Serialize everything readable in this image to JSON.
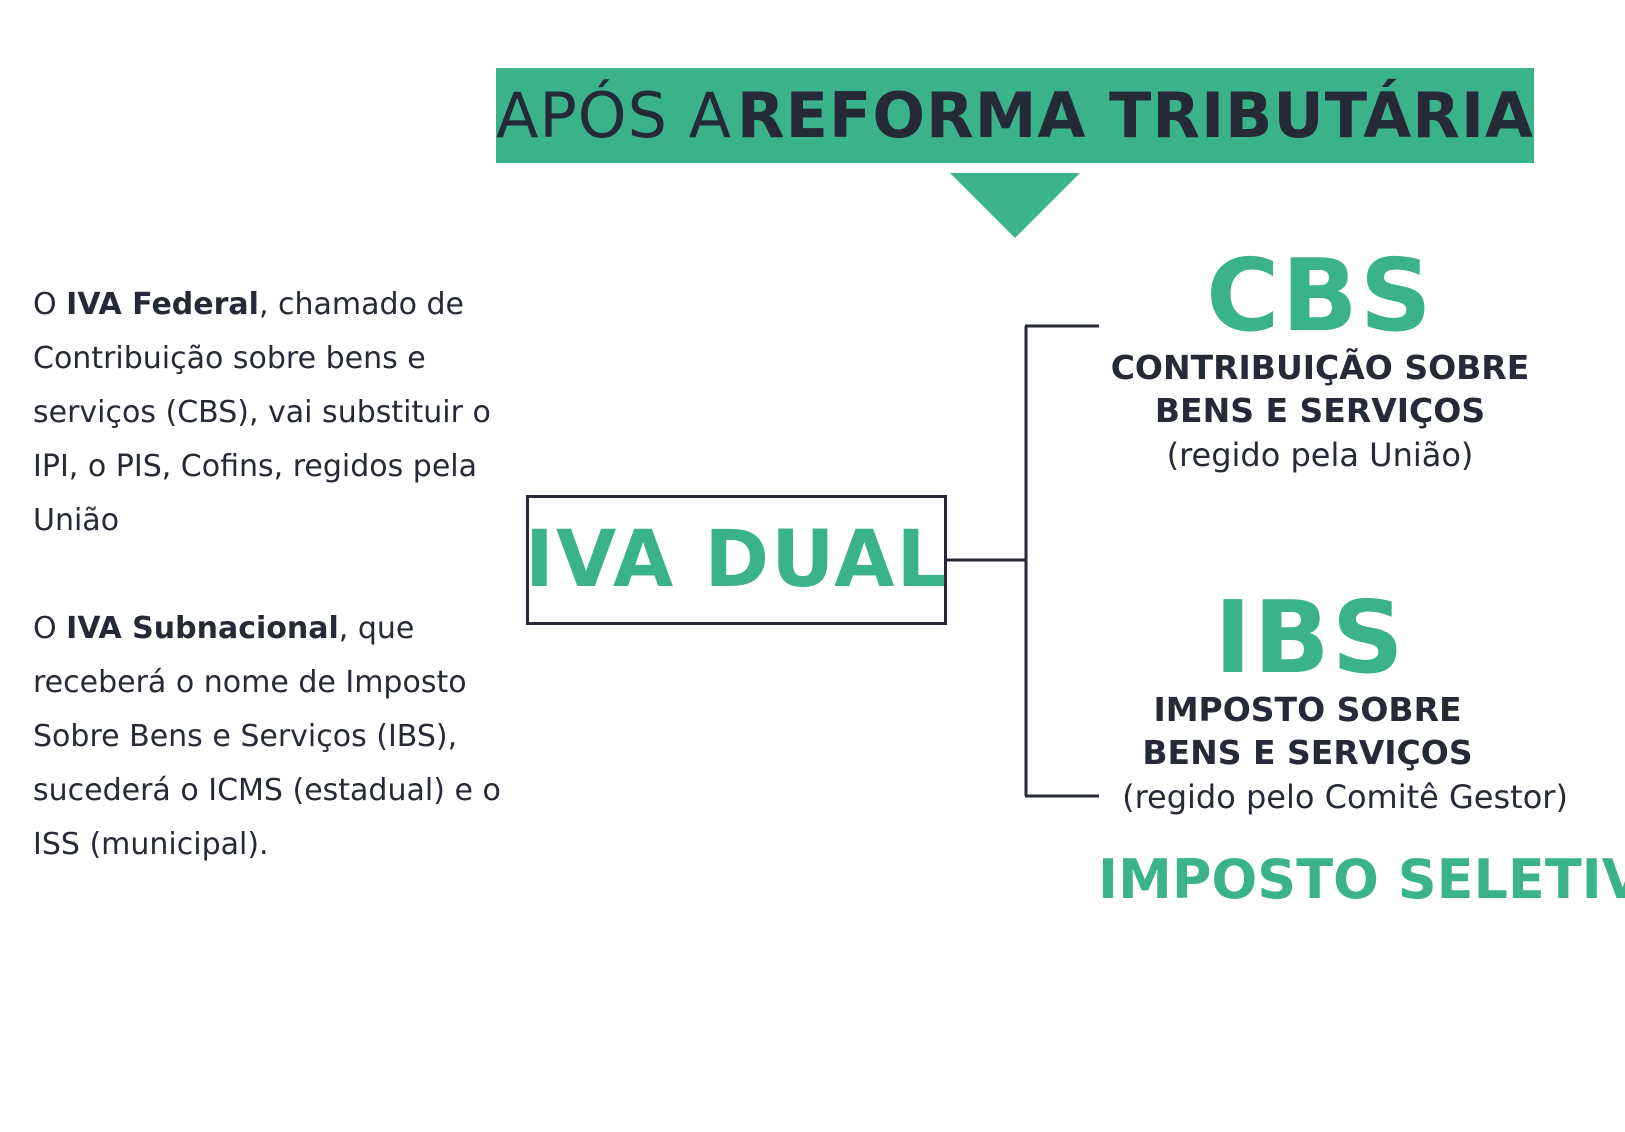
{
  "header": {
    "title_light": "APÓS A",
    "title_bold": "REFORMA TRIBUTÁRIA"
  },
  "left": {
    "federal": {
      "prefix": "O",
      "bold": "IVA Federal",
      "rest": ", chamado de Contribuição sobre bens e serviços (CBS), vai substituir o IPI, o PIS, Cofins, regidos pela União"
    },
    "subnacional": {
      "prefix": "O",
      "bold": "IVA Subnacional",
      "rest": ", que receberá o nome de Imposto Sobre Bens e Serviços (IBS), sucederá o ICMS (estadual) e o ISS (municipal)."
    }
  },
  "center": {
    "label": "IVA DUAL"
  },
  "cbs": {
    "abbr": "CBS",
    "name_line1": "CONTRIBUIÇÃO SOBRE",
    "name_line2": "BENS E SERVIÇOS",
    "governance": "(regido pela União)"
  },
  "ibs": {
    "abbr": "IBS",
    "name_line1": "IMPOSTO SOBRE",
    "name_line2": "BENS E SERVIÇOS",
    "governance": "(regido pelo Comitê Gestor)"
  },
  "seletivo": {
    "label": "IMPOSTO SELETIVO"
  },
  "colors": {
    "accent": "#3bb38a",
    "text": "#262a36"
  }
}
